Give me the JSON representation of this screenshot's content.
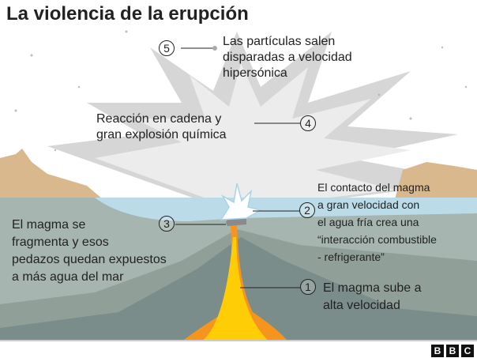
{
  "title": "La violencia de la erupción",
  "steps": [
    {
      "num": "1",
      "text": [
        "El magma sube a",
        "alta velocidad"
      ]
    },
    {
      "num": "2",
      "text": [
        "El contacto del magma",
        "a gran velocidad con",
        "el agua fría crea una",
        "“interacción combustible",
        "- refrigerante”"
      ]
    },
    {
      "num": "3",
      "text": [
        "El magma se",
        "fragmenta y esos",
        "pedazos quedan expuestos",
        "a más agua del mar"
      ]
    },
    {
      "num": "4",
      "text": [
        "Reacción en cadena y",
        "gran explosión química"
      ]
    },
    {
      "num": "5",
      "text": [
        "Las partículas salen",
        "disparadas a velocidad",
        "hipersónica"
      ]
    }
  ],
  "logo": [
    "B",
    "B",
    "C"
  ],
  "colors": {
    "sea": "#bcdbe8",
    "seabed": "#a6b5af",
    "sand": "#d8b88c",
    "magma": "#f7941d",
    "explosion": "#dcdcdc"
  }
}
